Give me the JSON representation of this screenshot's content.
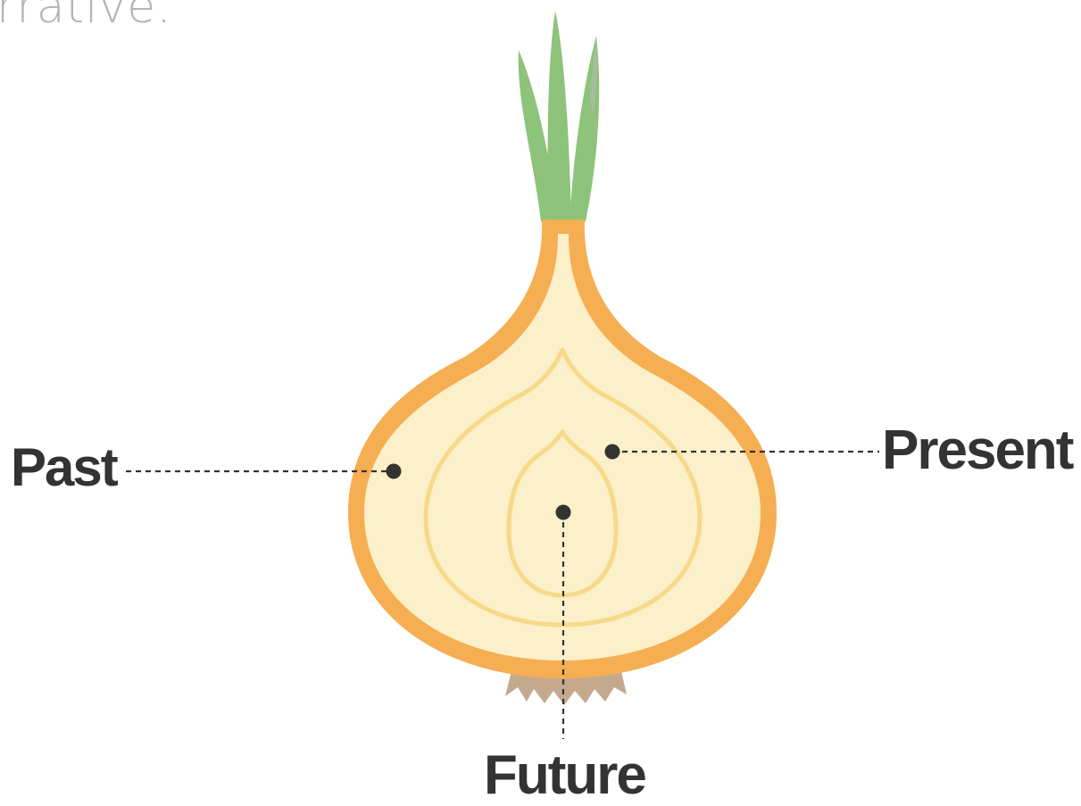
{
  "corner_text": "rrative.",
  "labels": {
    "past": "Past",
    "present": "Present",
    "future": "Future"
  },
  "colors": {
    "sprout": "#8dc37a",
    "skin": "#f6ae52",
    "flesh": "#fbf0c9",
    "inner_rings": "#f7d98a",
    "roots": "#c5a98f",
    "pointer": "#333333"
  }
}
